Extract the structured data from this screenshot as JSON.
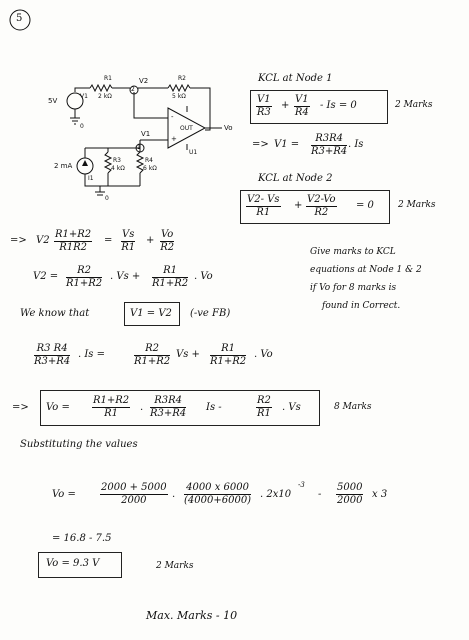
{
  "page_number": "5",
  "circuit": {
    "r1_name": "R1",
    "r1_value": "2 kΩ",
    "r2_name": "R2",
    "r2_value": "5 kΩ",
    "r3_name": "R3",
    "r3_value": "4 kΩ",
    "r4_name": "R4",
    "r4_value": "6 kΩ",
    "vs_value": "5V",
    "vs_name": "V1",
    "is_value": "2 mA",
    "is_name": "I1",
    "node_v2": "V2",
    "node_v1": "V1",
    "node_2": "2",
    "node_1": "1",
    "opamp_out": "OUT",
    "opamp_name": "U1",
    "vo": "Vo",
    "ground": "0",
    "minus": "-",
    "plus": "+"
  },
  "kcl1": {
    "heading": "KCL at Node 1",
    "f1_num": "V1",
    "f1_den": "R3",
    "plus": "+",
    "f2_num": "V1",
    "f2_den": "R4",
    "tail": "- Is = 0",
    "marks": "2 Marks",
    "arrow": "=>",
    "lhs": "V1 =",
    "f3_num": "R3R4",
    "f3_den": "R3+R4",
    "tail2": ". Is"
  },
  "kcl2": {
    "heading": "KCL at Node 2",
    "f1_num": "V2- Vs",
    "f1_den": "R1",
    "plus": "+",
    "f2_num": "V2-Vo",
    "f2_den": "R2",
    "tail": "= 0",
    "marks": "2 Marks"
  },
  "eq_a": {
    "arrow": "=>",
    "lhs": "V2",
    "f1_num": "R1+R2",
    "f1_den": "R1R2",
    "eq": "=",
    "f2_num": "Vs",
    "f2_den": "R1",
    "plus": "+",
    "f3_num": "Vo",
    "f3_den": "R2"
  },
  "eq_b": {
    "lhs": "V2 =",
    "f1_num": "R2",
    "f1_den": "R1+R2",
    "mid": ". Vs +",
    "f2_num": "R1",
    "f2_den": "R1+R2",
    "tail": ". Vo"
  },
  "note": {
    "line1": "Give marks to KCL",
    "line2": "equations at Node 1 & 2",
    "line3": "if Vo for 8 marks is",
    "line4": "found in Correct."
  },
  "know": {
    "text": "We know that",
    "boxed": "V1 = V2",
    "tail": "(-ve FB)"
  },
  "eq_c": {
    "f1_num": "R3 R4",
    "f1_den": "R3+R4",
    "mid": ". Is =",
    "f2_num": "R2",
    "f2_den": "R1+R2",
    "mid2": "Vs +",
    "f3_num": "R1",
    "f3_den": "R1+R2",
    "tail": ". Vo"
  },
  "eq_d": {
    "arrow": "=>",
    "lhs": "Vo =",
    "f1_num": "R1+R2",
    "f1_den": "R1",
    "dot": ".",
    "f2_num": "R3R4",
    "f2_den": "R3+R4",
    "mid": "Is  -",
    "f3_num": "R2",
    "f3_den": "R1",
    "tail": ". Vs",
    "marks": "8 Marks"
  },
  "subst": {
    "heading": "Substituting the values",
    "lhs": "Vo =",
    "f1_num": "2000 + 5000",
    "f1_den": "2000",
    "dot": ".",
    "f2_num": "4000 x 6000",
    "f2_den": "(4000+6000)",
    "mid": ". 2x10",
    "exp": "-3",
    "minus": "-",
    "f3_num": "5000",
    "f3_den": "2000",
    "tail": "x 3",
    "line2": "= 16.8 - 7.5",
    "result": "Vo = 9.3 V",
    "result_marks": "2 Marks"
  },
  "footer": "Max. Marks - 10"
}
